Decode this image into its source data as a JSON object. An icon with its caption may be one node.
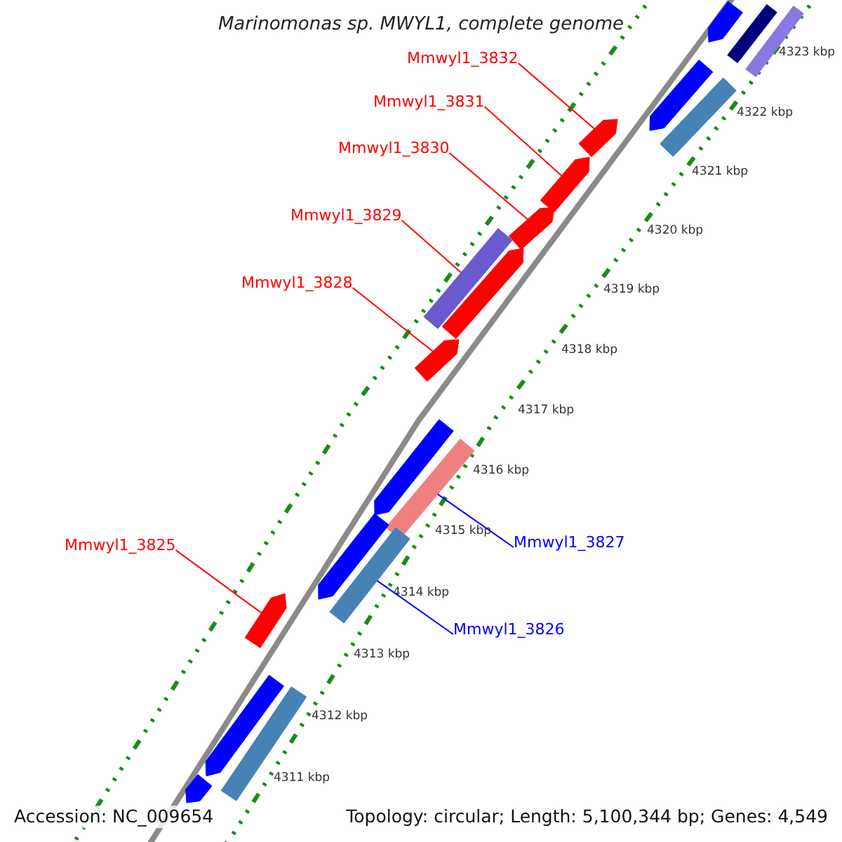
{
  "diagram": {
    "title": "Marinomonas sp. MWYL1, complete genome",
    "nodes": [
      {
        "text": [
          "Mmwyl1_3832"
        ]
      },
      {
        "text": [
          "Mmwyl1_3831"
        ]
      },
      {
        "text": [
          "Mmwyl1_3830"
        ]
      },
      {
        "text": [
          "Mmwyl1_3829"
        ]
      },
      {
        "text": [
          "Mmwyl1_3828"
        ]
      },
      {
        "text": [
          "Mmwyl1_3827"
        ]
      },
      {
        "text": [
          "Mmwyl1_3825"
        ]
      },
      {
        "text": [
          "Mmwyl1_3826"
        ]
      },
      {
        "text": [],
        "shape": "bar"
      },
      {
        "text": [],
        "shape": "bar"
      },
      {
        "text": [],
        "shape": "bar"
      },
      {
        "text": [],
        "shape": "bar"
      },
      {
        "text": [],
        "shape": "bar"
      },
      {
        "text": [],
        "shape": "bar"
      },
      {
        "text": [],
        "shape": "bar"
      },
      {
        "text": [],
        "shape": "bar"
      },
      {
        "text": [],
        "shape": "bar"
      },
      {
        "text": [],
        "shape": "bar"
      },
      {
        "text": [],
        "shape": "bar"
      },
      {
        "text": [],
        "shape": "bar"
      },
      {
        "text": [],
        "shape": "bar"
      },
      {
        "text": [],
        "shape": "bar"
      },
      {
        "text": [],
        "shape": "bar"
      },
      {
        "text": [],
        "shape": "bar"
      },
      {
        "text": [],
        "shape": "bar"
      },
      {
        "text": [],
        "shape": "bar"
      },
      {
        "text": [],
        "shape": "bar"
      }
    ],
    "edges": [
      {
        "from": 0,
        "to": 8,
        "arrow": "none"
      },
      {
        "from": 1,
        "to": 9,
        "arrow": "none"
      },
      {
        "from": 2,
        "to": 10,
        "arrow": "none"
      },
      {
        "from": 3,
        "to": 11,
        "arrow": "none"
      },
      {
        "from": 4,
        "to": 12,
        "arrow": "none"
      },
      {
        "from": 5,
        "to": 13,
        "arrow": "none",
        "color": "#0000ff"
      },
      {
        "from": 6,
        "to": 14,
        "arrow": "none"
      },
      {
        "from": 7,
        "to": 15,
        "arrow": "none",
        "color": "#0000ff"
      }
    ],
    "labels": [
      "4323 kbp",
      "4322 kbp",
      "4321 kbp",
      "4320 kbp",
      "4319 kbp",
      "4318 kbp",
      "4317 kbp",
      "4316 kbp",
      "4315 kbp",
      "4314 kbp",
      "4313 kbp",
      "4312 kbp",
      "4311 kbp",
      "Accession: NC_009654",
      "Topology: circular; Length: 5,100,344 bp; Genes: 4,549"
    ]
  }
}
